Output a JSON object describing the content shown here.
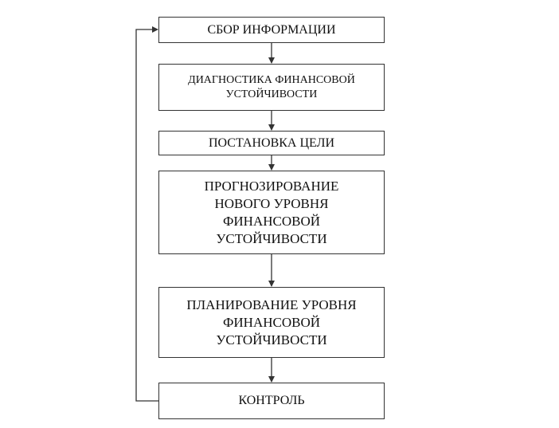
{
  "diagram": {
    "steps": [
      {
        "label": "СБОР ИНФОРМАЦИИ"
      },
      {
        "label": "ДИАГНОСТИКА ФИНАНСОВОЙ\nУСТОЙЧИВОСТИ"
      },
      {
        "label": "ПОСТАНОВКА ЦЕЛИ"
      },
      {
        "label": "ПРОГНОЗИРОВАНИЕ\nНОВОГО УРОВНЯ\nФИНАНСОВОЙ\nУСТОЙЧИВОСТИ"
      },
      {
        "label": "ПЛАНИРОВАНИЕ УРОВНЯ\nФИНАНСОВОЙ\nУСТОЙЧИВОСТИ"
      },
      {
        "label": "КОНТРОЛЬ"
      }
    ],
    "colors": {
      "line": "#333333",
      "text": "#111111",
      "background": "#ffffff"
    }
  }
}
